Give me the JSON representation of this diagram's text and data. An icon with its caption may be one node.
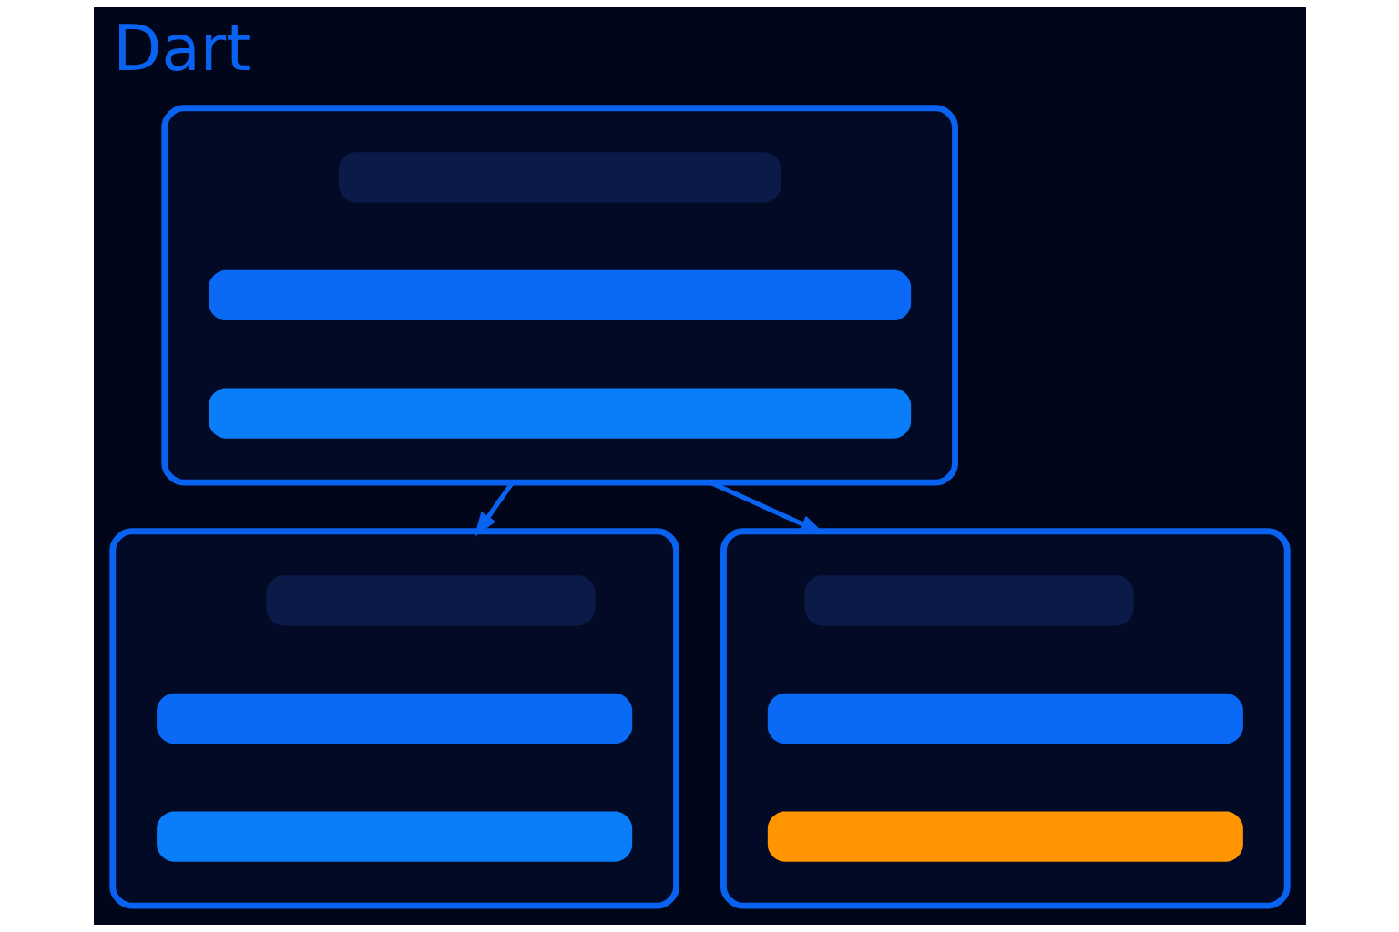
{
  "diagram": {
    "title": "Dart",
    "nodes": [
      {
        "text": [],
        "shape": "box"
      },
      {
        "text": [],
        "shape": "bar",
        "in": 0
      },
      {
        "text": [],
        "shape": "bar",
        "in": 0
      },
      {
        "text": [],
        "shape": "bar",
        "in": 0
      },
      {
        "text": [],
        "shape": "box"
      },
      {
        "text": [],
        "shape": "bar",
        "in": 4
      },
      {
        "text": [],
        "shape": "bar",
        "in": 4
      },
      {
        "text": [],
        "shape": "bar",
        "in": 4
      },
      {
        "text": [],
        "shape": "box"
      },
      {
        "text": [],
        "shape": "bar",
        "in": 8
      },
      {
        "text": [],
        "shape": "bar",
        "in": 8
      },
      {
        "text": [],
        "shape": "bar",
        "in": 8
      }
    ],
    "edges": [
      {
        "from": 0,
        "to": 4,
        "arrow": "to"
      },
      {
        "from": 0,
        "to": 8,
        "arrow": "to"
      }
    ]
  }
}
